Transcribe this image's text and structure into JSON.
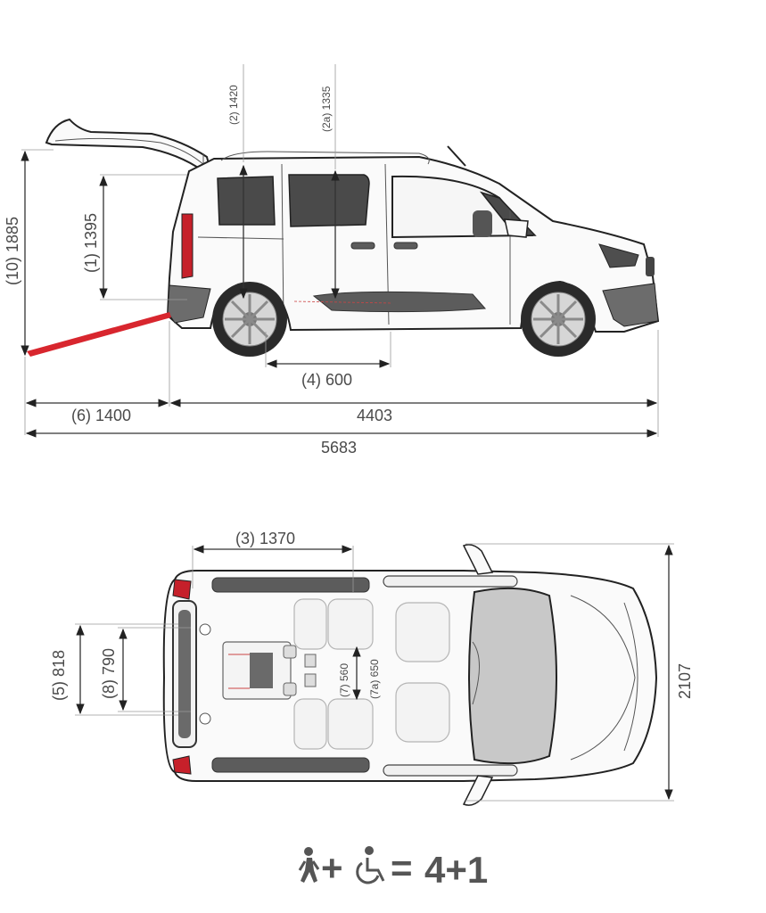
{
  "dimensions": {
    "d2": "(2) 1420",
    "d2a": "(2a) 1335",
    "d10": "(10) 1885",
    "d1": "(1) 1395",
    "d4": "(4) 600",
    "d6": "(6) 1400",
    "length": "4403",
    "total_length": "5683",
    "d3": "(3) 1370",
    "d5": "(5) 818",
    "d8": "(8) 790",
    "d7": "(7) 560",
    "d7a": "(7a) 650",
    "width": "2107"
  },
  "capacity": {
    "equals_text": "4+1",
    "passenger_icon": "person-walking-icon",
    "wheelchair_icon": "wheelchair-icon"
  },
  "colors": {
    "ramp": "#d8262e",
    "taillight": "#c6202a",
    "glass": "#4a4a4a",
    "lines": "#333333"
  }
}
